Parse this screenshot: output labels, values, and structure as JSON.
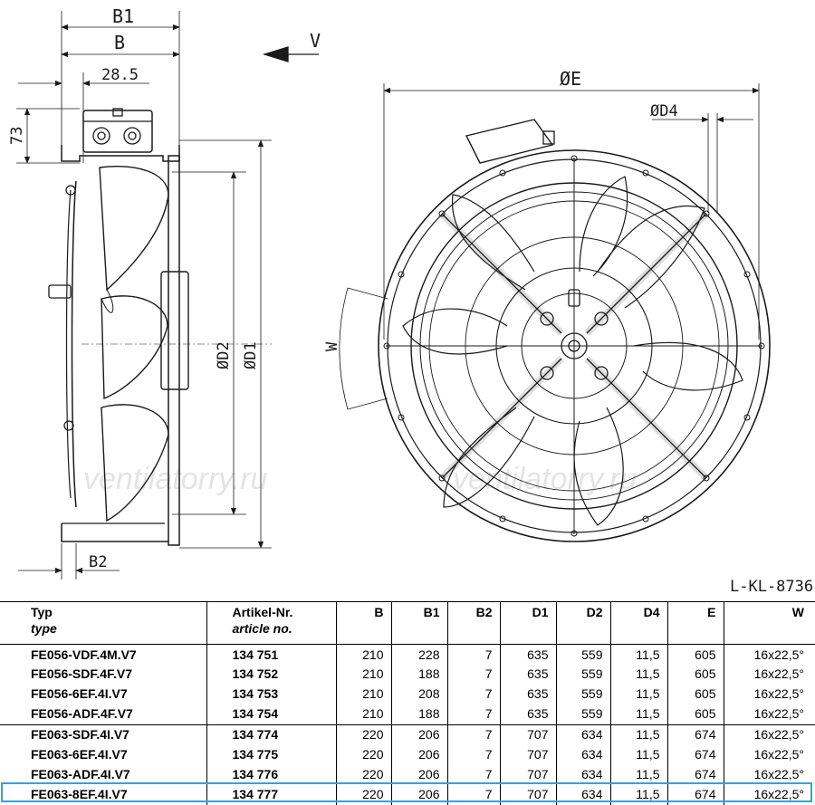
{
  "drawing": {
    "ref_code": "L-KL-8736",
    "watermark": "ventilatorry.ru",
    "dimension_labels": {
      "b1": "B1",
      "b": "B",
      "offset": "28.5",
      "height": "73",
      "b2": "B2",
      "d2": "ØD2",
      "d1": "ØD1",
      "e": "ØE",
      "d4": "ØD4",
      "v": "V",
      "w": "W"
    }
  },
  "table": {
    "headers": {
      "type": "Typ",
      "type_sub": "type",
      "article": "Artikel-Nr.",
      "article_sub": "article no.",
      "cols": [
        "B",
        "B1",
        "B2",
        "D1",
        "D2",
        "D4",
        "E",
        "W"
      ]
    },
    "rows": [
      {
        "type": "FE056-VDF.4M.V7",
        "article": "134 751",
        "B": "210",
        "B1": "228",
        "B2": "7",
        "D1": "635",
        "D2": "559",
        "D4": "11,5",
        "E": "605",
        "W": "16x22,5°"
      },
      {
        "type": "FE056-SDF.4F.V7",
        "article": "134 752",
        "B": "210",
        "B1": "188",
        "B2": "7",
        "D1": "635",
        "D2": "559",
        "D4": "11,5",
        "E": "605",
        "W": "16x22,5°"
      },
      {
        "type": "FE056-6EF.4I.V7",
        "article": "134 753",
        "B": "210",
        "B1": "208",
        "B2": "7",
        "D1": "635",
        "D2": "559",
        "D4": "11,5",
        "E": "605",
        "W": "16x22,5°"
      },
      {
        "type": "FE056-ADF.4F.V7",
        "article": "134 754",
        "B": "210",
        "B1": "188",
        "B2": "7",
        "D1": "635",
        "D2": "559",
        "D4": "11,5",
        "E": "605",
        "W": "16x22,5°"
      },
      {
        "type": "FE063-SDF.4I.V7",
        "article": "134 774",
        "B": "220",
        "B1": "206",
        "B2": "7",
        "D1": "707",
        "D2": "634",
        "D4": "11,5",
        "E": "674",
        "W": "16x22,5°"
      },
      {
        "type": "FE063-6EF.4I.V7",
        "article": "134 775",
        "B": "220",
        "B1": "206",
        "B2": "7",
        "D1": "707",
        "D2": "634",
        "D4": "11,5",
        "E": "674",
        "W": "16x22,5°"
      },
      {
        "type": "FE063-ADF.4I.V7",
        "article": "134 776",
        "B": "220",
        "B1": "206",
        "B2": "7",
        "D1": "707",
        "D2": "634",
        "D4": "11,5",
        "E": "674",
        "W": "16x22,5°"
      },
      {
        "type": "FE063-8EF.4I.V7",
        "article": "134 777",
        "B": "220",
        "B1": "206",
        "B2": "7",
        "D1": "707",
        "D2": "634",
        "D4": "11,5",
        "E": "674",
        "W": "16x22,5°"
      }
    ]
  }
}
